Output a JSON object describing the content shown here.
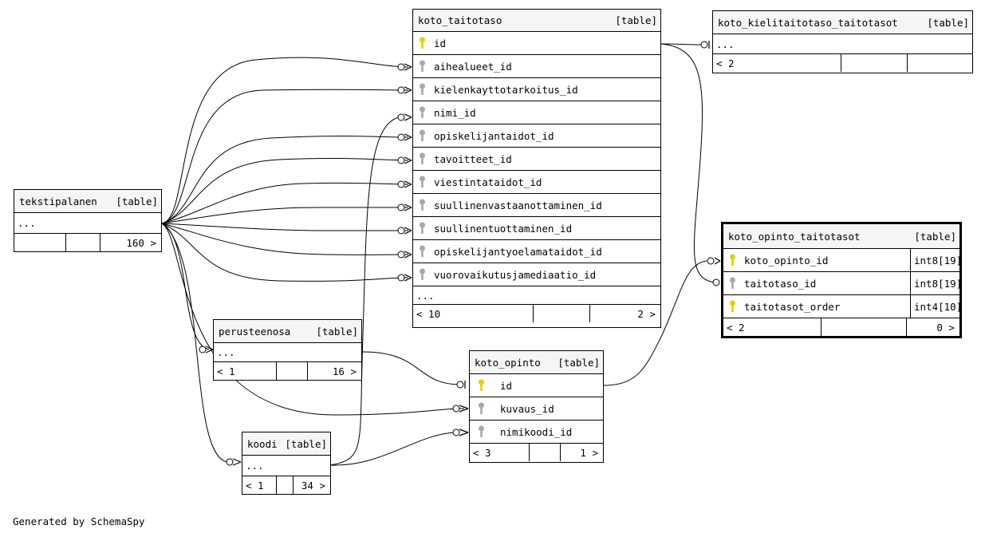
{
  "tables": {
    "koto_taitotaso": {
      "name": "koto_taitotaso",
      "kind": "[table]",
      "columns": [
        {
          "name": "id",
          "key": "primary"
        },
        {
          "name": "aihealueet_id",
          "key": "foreign"
        },
        {
          "name": "kielenkayttotarkoitus_id",
          "key": "foreign"
        },
        {
          "name": "nimi_id",
          "key": "foreign"
        },
        {
          "name": "opiskelijantaidot_id",
          "key": "foreign"
        },
        {
          "name": "tavoitteet_id",
          "key": "foreign"
        },
        {
          "name": "viestintataidot_id",
          "key": "foreign"
        },
        {
          "name": "suullinenvastaanottaminen_id",
          "key": "foreign"
        },
        {
          "name": "suullinentuottaminen_id",
          "key": "foreign"
        },
        {
          "name": "opiskelijantyoelamataidot_id",
          "key": "foreign"
        },
        {
          "name": "vuorovaikutusjamediaatio_id",
          "key": "foreign"
        }
      ],
      "more": "...",
      "parents": "< 10",
      "children": "2 >"
    },
    "koto_kielitaitotaso_taitotasot": {
      "name": "koto_kielitaitotaso_taitotasot",
      "kind": "[table]",
      "more": "...",
      "parents": "< 2",
      "children": ""
    },
    "tekstipalanen": {
      "name": "tekstipalanen",
      "kind": "[table]",
      "more": "...",
      "parents": "",
      "children": "160 >"
    },
    "koto_opinto_taitotasot": {
      "name": "koto_opinto_taitotasot",
      "kind": "[table]",
      "columns": [
        {
          "name": "koto_opinto_id",
          "type": "int8[19]",
          "key": "primary"
        },
        {
          "name": "taitotaso_id",
          "type": "int8[19]",
          "key": "foreign"
        },
        {
          "name": "taitotasot_order",
          "type": "int4[10]",
          "key": "primary"
        }
      ],
      "parents": "< 2",
      "children": "0 >"
    },
    "perusteenosa": {
      "name": "perusteenosa",
      "kind": "[table]",
      "more": "...",
      "parents": "< 1",
      "children": "16 >"
    },
    "koto_opinto": {
      "name": "koto_opinto",
      "kind": "[table]",
      "columns": [
        {
          "name": "id",
          "key": "primary"
        },
        {
          "name": "kuvaus_id",
          "key": "foreign"
        },
        {
          "name": "nimikoodi_id",
          "key": "foreign"
        }
      ],
      "parents": "< 3",
      "children": "1 >"
    },
    "koodi": {
      "name": "koodi",
      "kind": "[table]",
      "more": "...",
      "parents": "< 1",
      "children": "34 >"
    }
  },
  "key_colors": {
    "primary": "#e3cf00",
    "foreign": "#a8a8a8"
  },
  "footer": {
    "generated_by": "Generated by SchemaSpy"
  }
}
